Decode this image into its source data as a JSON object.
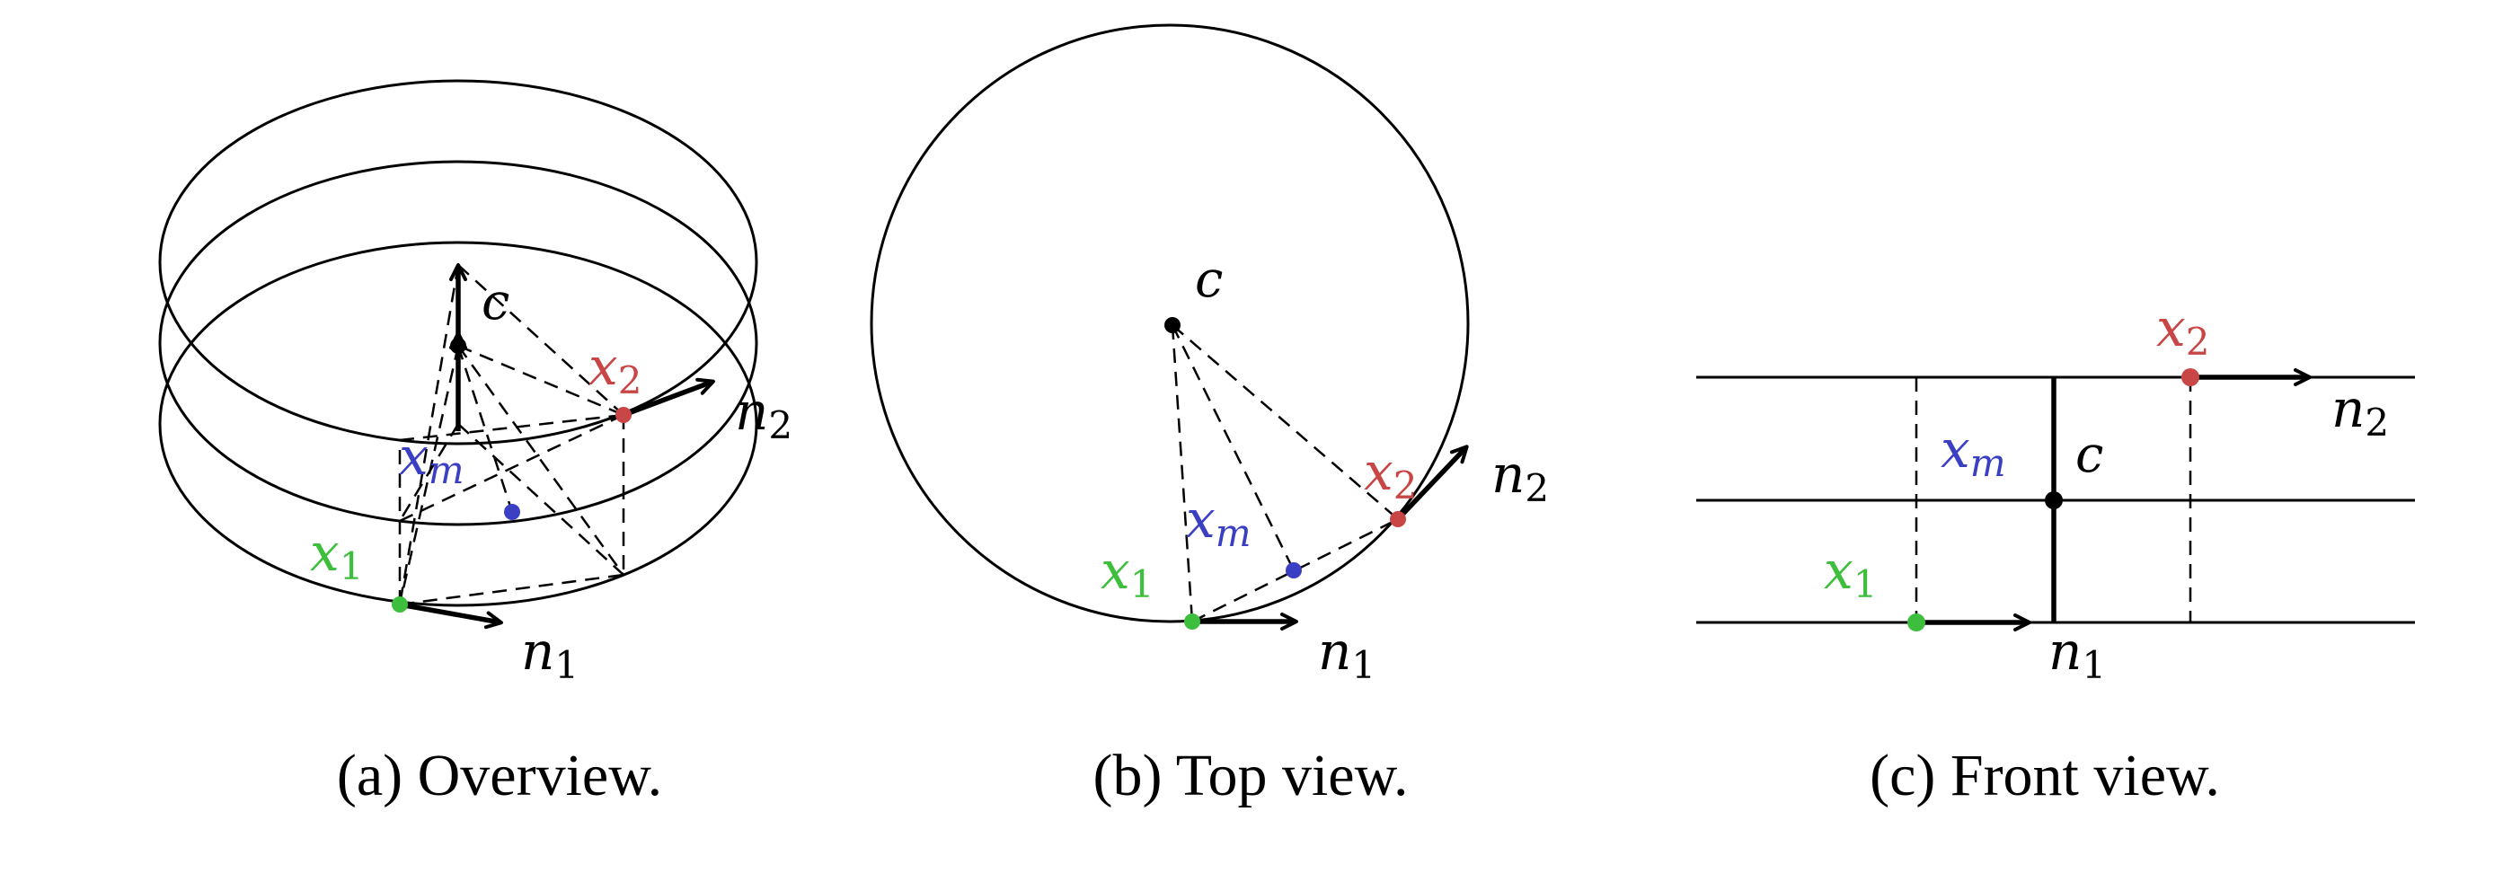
{
  "colors": {
    "ink": "#000000",
    "x1": "#3dbf3d",
    "xm": "#3b3fc4",
    "x2": "#c94646"
  },
  "panels": [
    {
      "caption": "(a) Overview.",
      "labels": {
        "c": "c",
        "x1": "x",
        "x1_sub": "1",
        "xm": "x",
        "xm_sub": "m",
        "x2": "x",
        "x2_sub": "2",
        "n1": "n",
        "n1_sub": "1",
        "n2": "n",
        "n2_sub": "2"
      }
    },
    {
      "caption": "(b) Top view.",
      "labels": {
        "c": "c",
        "x1": "x",
        "x1_sub": "1",
        "xm": "x",
        "xm_sub": "m",
        "x2": "x",
        "x2_sub": "2",
        "n1": "n",
        "n1_sub": "1",
        "n2": "n",
        "n2_sub": "2"
      }
    },
    {
      "caption": "(c) Front view.",
      "labels": {
        "c": "c",
        "x1": "x",
        "x1_sub": "1",
        "xm": "x",
        "xm_sub": "m",
        "x2": "x",
        "x2_sub": "2",
        "n1": "n",
        "n1_sub": "1",
        "n2": "n",
        "n2_sub": "2"
      }
    }
  ]
}
